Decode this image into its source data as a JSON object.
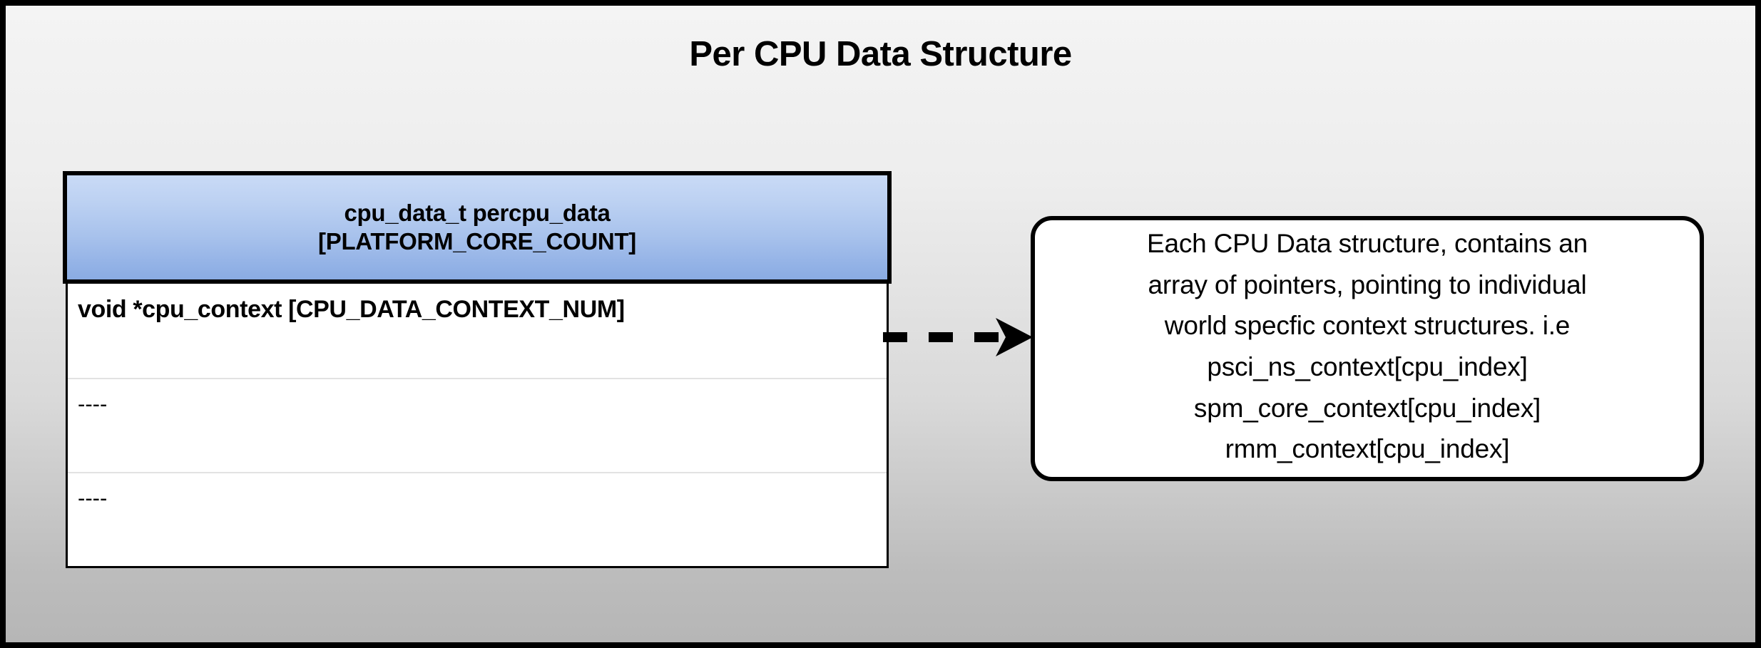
{
  "diagram": {
    "title": "Per CPU Data Structure",
    "background_top_color": "#f4f4f4",
    "background_bottom_color": "#b6b6b6",
    "border_color": "#000000"
  },
  "class_box": {
    "header": {
      "line1": "cpu_data_t percpu_data",
      "line2": "[PLATFORM_CORE_COUNT]",
      "gradient_top_color": "#c9daf6",
      "gradient_bottom_color": "#8aace3"
    },
    "rows": [
      {
        "text": "void *cpu_context [CPU_DATA_CONTEXT_NUM]",
        "style": "strong"
      },
      {
        "text": "----",
        "style": "plain"
      },
      {
        "text": "----",
        "style": "plain"
      }
    ]
  },
  "connector": {
    "icon": "dashed-arrow-right-icon",
    "style": "dashed",
    "direction": "right",
    "color": "#000000"
  },
  "note_box": {
    "lines": [
      "Each CPU Data structure, contains an",
      "array of pointers, pointing to individual",
      "world specfic context structures. i.e",
      "psci_ns_context[cpu_index]",
      "spm_core_context[cpu_index]",
      "rmm_context[cpu_index]"
    ],
    "border_color": "#000000",
    "background_color": "#ffffff"
  }
}
